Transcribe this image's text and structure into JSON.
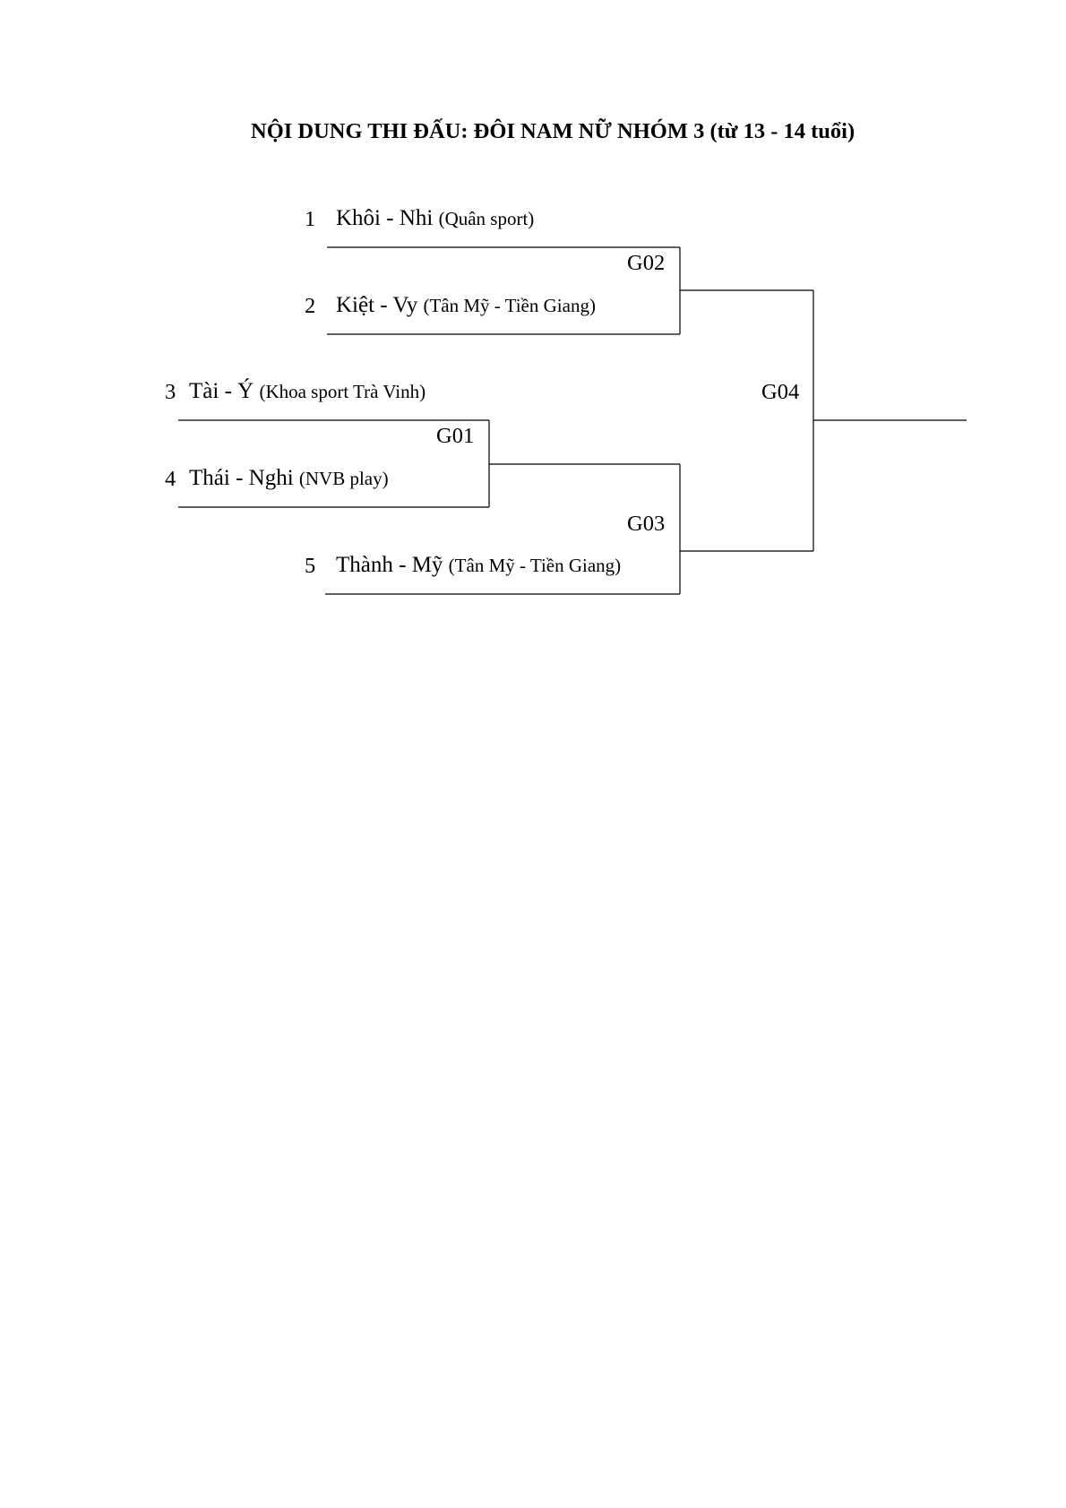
{
  "title": "NỘI DUNG THI ĐẤU: ĐÔI NAM NỮ NHÓM 3 (từ 13 - 14 tuổi)",
  "entries": [
    {
      "seed": "1",
      "names": "Khôi - Nhi",
      "club": "(Quân sport)"
    },
    {
      "seed": "2",
      "names": "Kiệt - Vy",
      "club": "(Tân Mỹ - Tiền Giang)"
    },
    {
      "seed": "3",
      "names": "Tài - Ý",
      "club": "(Khoa sport Trà Vinh)"
    },
    {
      "seed": "4",
      "names": "Thái - Nghi",
      "club": "(NVB play)"
    },
    {
      "seed": "5",
      "names": "Thành - Mỹ",
      "club": "(Tân Mỹ - Tiền Giang)"
    }
  ],
  "games": [
    "G01",
    "G02",
    "G03",
    "G04"
  ]
}
